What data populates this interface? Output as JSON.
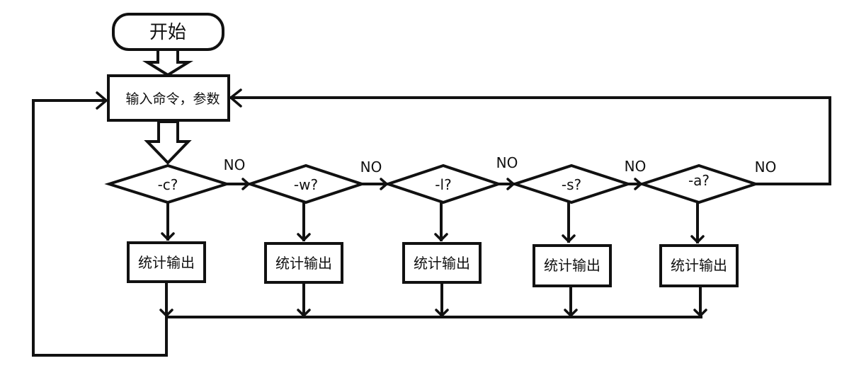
{
  "start": {
    "label": "开始"
  },
  "input": {
    "label": "输入命令，参数"
  },
  "decisions": [
    {
      "label": "-c?",
      "no_label": "NO",
      "output_label": "统计输出"
    },
    {
      "label": "-w?",
      "no_label": "NO",
      "output_label": "统计输出"
    },
    {
      "label": "-l?",
      "no_label": "NO",
      "output_label": "统计输出"
    },
    {
      "label": "-s?",
      "no_label": "NO",
      "output_label": "统计输出"
    },
    {
      "label": "-a?",
      "no_label": "NO",
      "output_label": "统计输出"
    }
  ],
  "colors": {
    "stroke": "#111111",
    "background": "#ffffff"
  }
}
